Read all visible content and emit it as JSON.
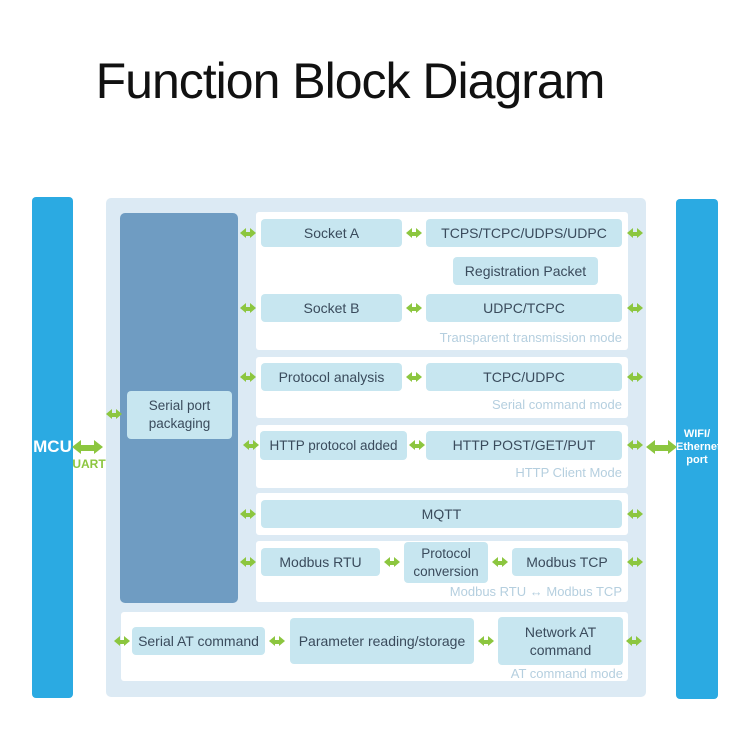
{
  "title": "Function Block Diagram",
  "colors": {
    "accent_blue": "#2baae2",
    "container_bg": "#dceaf4",
    "block_blue": "#6f9cc2",
    "box_cyan": "#c7e6f0",
    "box_text": "#3a4b5c",
    "mode_text": "#b5cfdf",
    "arrow_green": "#8cc63f",
    "panel_white": "#ffffff"
  },
  "mcu": {
    "label": "MCU"
  },
  "uart": {
    "label": "UART"
  },
  "wifi": {
    "lines": [
      "WIFI/",
      "Ethernet",
      "port"
    ]
  },
  "serial_packaging": {
    "label": "Serial port packaging"
  },
  "panels": [
    {
      "mode_label": "Transparent transmission mode",
      "boxes": {
        "socket_a": "Socket A",
        "socket_a_protocols": "TCPS/TCPC/UDPS/UDPC",
        "registration_packet": "Registration Packet",
        "socket_b": "Socket B",
        "socket_b_protocols": "UDPC/TCPC"
      }
    },
    {
      "mode_label": "Serial command mode",
      "boxes": {
        "input": "Protocol analysis",
        "output": "TCPC/UDPC"
      }
    },
    {
      "mode_label": "HTTP Client Mode",
      "boxes": {
        "input": "HTTP protocol added",
        "output": "HTTP POST/GET/PUT"
      }
    },
    {
      "mode_label": "",
      "boxes": {
        "mqtt": "MQTT"
      }
    },
    {
      "mode_label": "Modbus RTU ↔ Modbus TCP",
      "boxes": {
        "input": "Modbus RTU",
        "middle": "Protocol conversion",
        "output": "Modbus TCP"
      }
    },
    {
      "mode_label": "AT command mode",
      "boxes": {
        "input": "Serial AT command",
        "middle": "Parameter reading/storage",
        "output": "Network AT command"
      }
    }
  ]
}
